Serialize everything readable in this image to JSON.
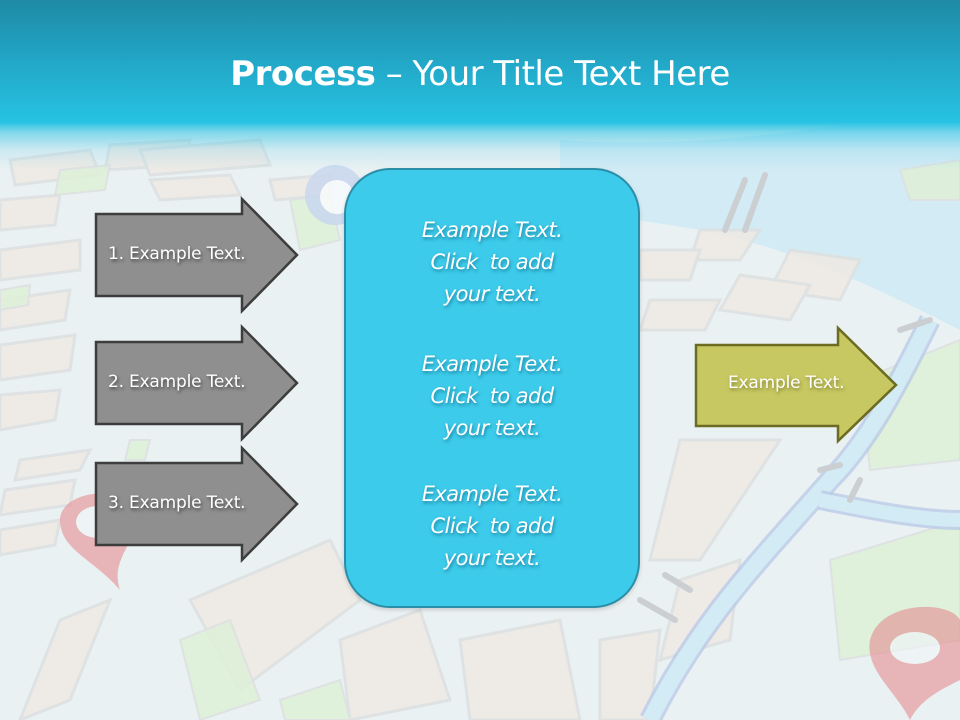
{
  "slide": {
    "title": {
      "bold": "Process",
      "rest": " – Your Title Text Here"
    },
    "left_arrows": [
      {
        "label": "1. Example Text."
      },
      {
        "label": "2. Example Text."
      },
      {
        "label": "3. Example Text."
      }
    ],
    "center_box": {
      "blocks": [
        {
          "line1": "Example Text.",
          "line2": "Click  to add",
          "line3": "your text."
        },
        {
          "line1": "Example Text.",
          "line2": "Click  to add",
          "line3": "your text."
        },
        {
          "line1": "Example Text.",
          "line2": "Click  to add",
          "line3": "your text."
        }
      ]
    },
    "right_arrow": {
      "label": "Example Text."
    },
    "colors": {
      "header_top": "#1e8aa6",
      "header_bottom": "#27c2e3",
      "gray_arrow_fill": "#8f8f8f",
      "gray_arrow_border": "#3d3d3d",
      "center_box_fill": "#3ccbea",
      "center_box_border": "#2a8ea8",
      "olive_arrow_fill": "#c8c862",
      "olive_arrow_border": "#6b6b22"
    }
  }
}
